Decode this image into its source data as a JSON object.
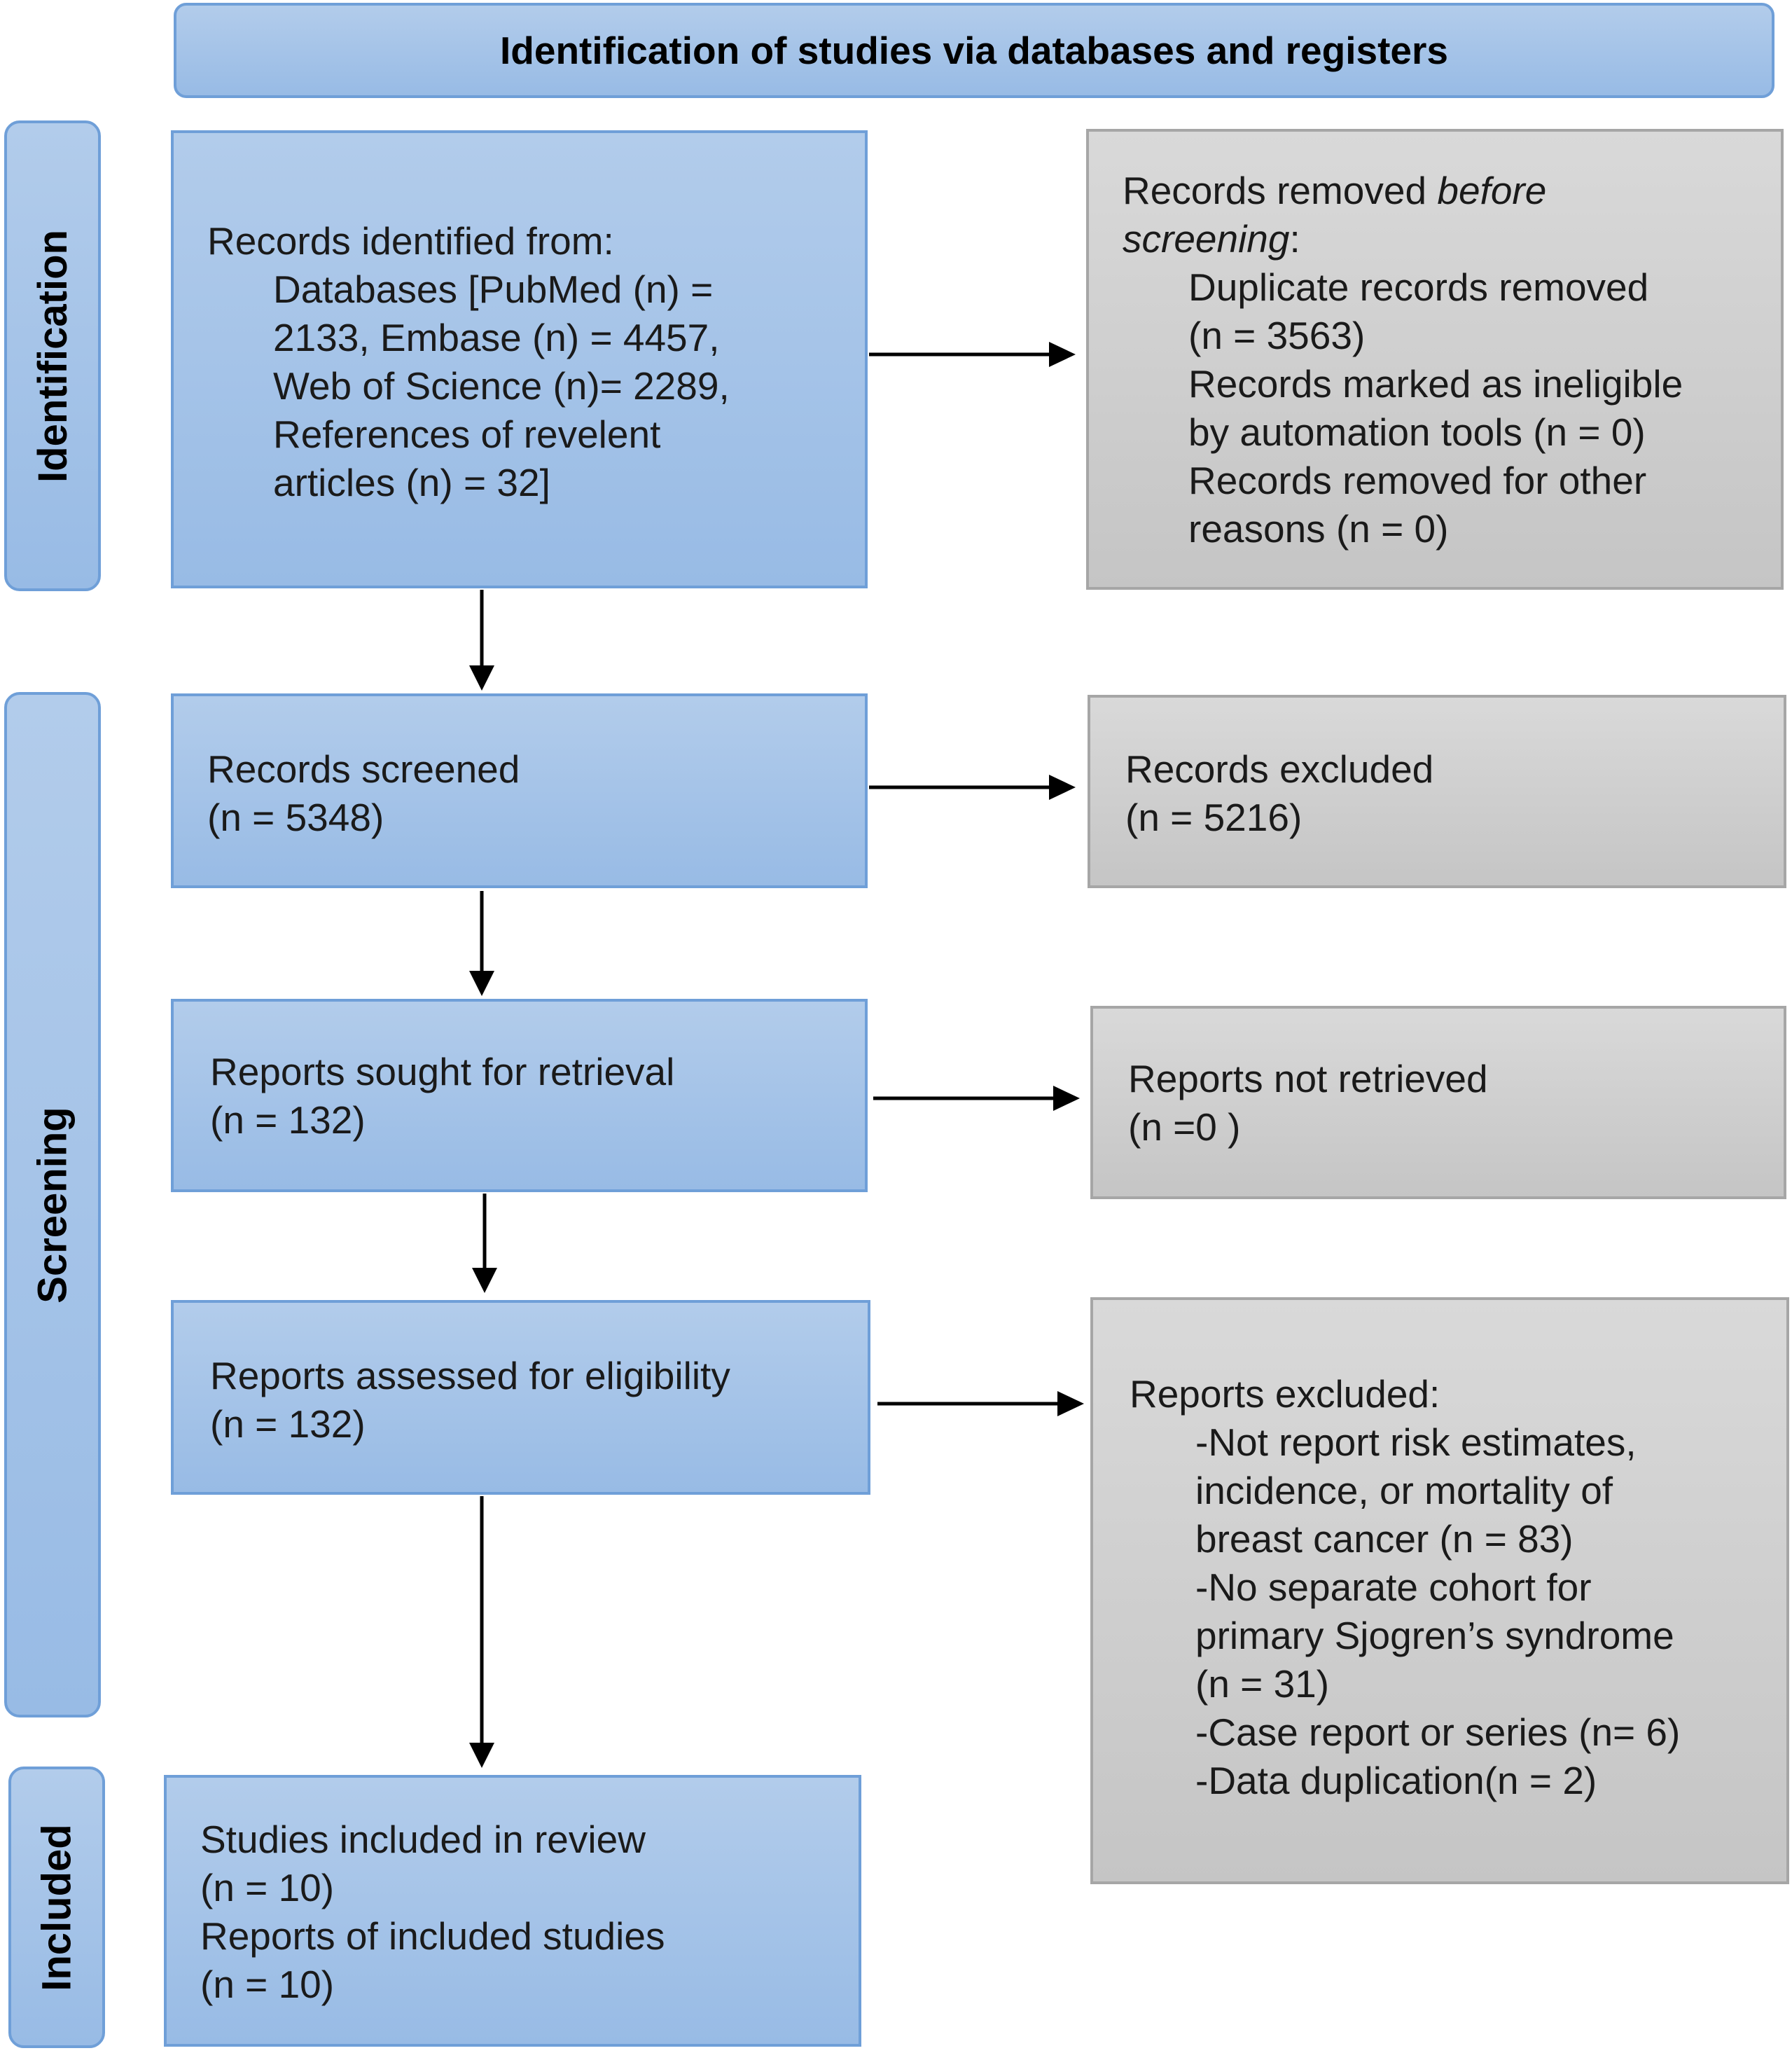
{
  "header": "Identification of studies via databases and registers",
  "phases": {
    "identification": "Identification",
    "screening": "Screening",
    "included": "Included"
  },
  "boxes": {
    "records_identified": {
      "heading": "Records identified from:",
      "lines": [
        "Databases [PubMed (n) =",
        "2133, Embase (n) = 4457,",
        "Web of Science (n)= 2289,",
        "References of revelent",
        "articles (n) = 32]"
      ]
    },
    "records_removed": {
      "heading_prefix": "Records removed ",
      "heading_italic_1": "before",
      "heading_italic_2": "screening",
      "heading_suffix": ":",
      "lines": [
        "Duplicate records removed",
        "(n = 3563)",
        "Records marked as ineligible",
        "by automation tools (n = 0)",
        "Records removed for other",
        "reasons (n = 0)"
      ]
    },
    "records_screened": {
      "label": "Records screened",
      "count": "(n = 5348)"
    },
    "records_excluded": {
      "label": "Records excluded",
      "count": "(n = 5216)"
    },
    "reports_sought": {
      "label": "Reports sought for retrieval",
      "count": "(n = 132)"
    },
    "reports_not_retrieved": {
      "label": "Reports not retrieved",
      "count": "(n =0 )"
    },
    "reports_assessed": {
      "label": "Reports assessed for eligibility",
      "count": "(n = 132)"
    },
    "reports_excluded": {
      "heading": "Reports excluded:",
      "lines": [
        "-Not report risk estimates,",
        "incidence, or mortality of",
        "breast cancer (n = 83)",
        "-No separate cohort for",
        "primary Sjogren’s syndrome",
        "(n = 31)",
        "-Case report or series (n= 6)",
        "-Data duplication(n = 2)"
      ]
    },
    "studies_included": {
      "lines": [
        "Studies included in review",
        "(n = 10)",
        "Reports of included studies",
        "(n = 10)"
      ]
    }
  }
}
